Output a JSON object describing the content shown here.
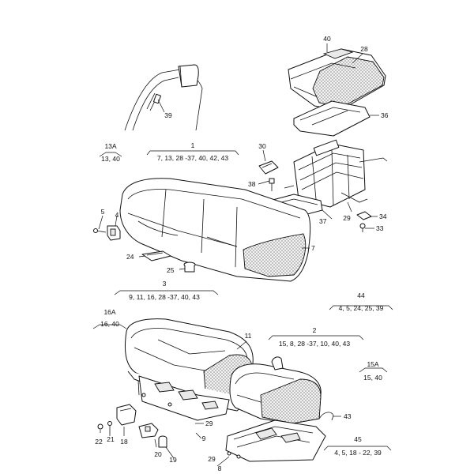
{
  "callouts": [
    {
      "id": "c40",
      "num": "40"
    },
    {
      "id": "c28",
      "num": "28"
    },
    {
      "id": "c36",
      "num": "36"
    },
    {
      "id": "c39",
      "num": "39"
    },
    {
      "id": "c13A",
      "num": "13A",
      "sub": "13, 40"
    },
    {
      "id": "c1",
      "num": "1",
      "sub": "7, 13, 28 -37, 40, 42, 43"
    },
    {
      "id": "c30",
      "num": "30"
    },
    {
      "id": "c38",
      "num": "38"
    },
    {
      "id": "c5",
      "num": "5"
    },
    {
      "id": "c4",
      "num": "4"
    },
    {
      "id": "c37",
      "num": "37"
    },
    {
      "id": "c29a",
      "num": "29"
    },
    {
      "id": "c34",
      "num": "34"
    },
    {
      "id": "c33",
      "num": "33"
    },
    {
      "id": "c24",
      "num": "24"
    },
    {
      "id": "c7",
      "num": "7"
    },
    {
      "id": "c25",
      "num": "25"
    },
    {
      "id": "c3",
      "num": "3",
      "sub": "9, 11, 16, 28 -37, 40, 43"
    },
    {
      "id": "c44",
      "num": "44",
      "sub": "4, 5, 24, 25, 39"
    },
    {
      "id": "c16A",
      "num": "16A",
      "sub": "16, 40"
    },
    {
      "id": "c11",
      "num": "11"
    },
    {
      "id": "c2",
      "num": "2",
      "sub": "15, 8, 28 -37, 10, 40, 43"
    },
    {
      "id": "c15A",
      "num": "15A",
      "sub": "15, 40"
    },
    {
      "id": "c43",
      "num": "43"
    },
    {
      "id": "c29b",
      "num": "29"
    },
    {
      "id": "c22",
      "num": "22"
    },
    {
      "id": "c21",
      "num": "21"
    },
    {
      "id": "c18",
      "num": "18"
    },
    {
      "id": "c9",
      "num": "9"
    },
    {
      "id": "c45",
      "num": "45",
      "sub": "4, 5, 18 - 22, 39"
    },
    {
      "id": "c20",
      "num": "20"
    },
    {
      "id": "c19",
      "num": "19"
    },
    {
      "id": "c29c",
      "num": "29"
    },
    {
      "id": "c8",
      "num": "8"
    }
  ]
}
